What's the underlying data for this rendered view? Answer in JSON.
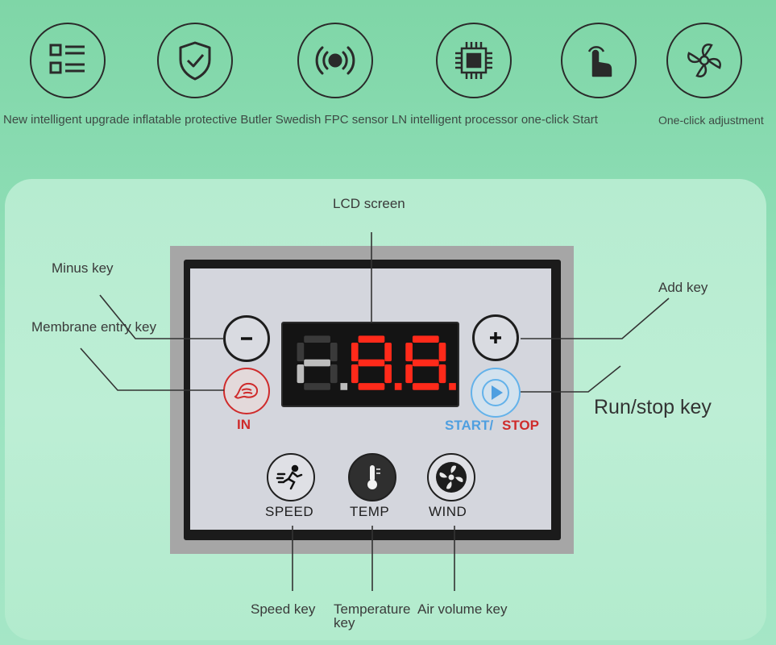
{
  "features": [
    {
      "icon": "checklist-icon",
      "caption": ""
    },
    {
      "icon": "shield-check-icon",
      "caption": ""
    },
    {
      "icon": "signal-sensor-icon",
      "caption": ""
    },
    {
      "icon": "processor-chip-icon",
      "caption": ""
    },
    {
      "icon": "touch-finger-icon",
      "caption": ""
    },
    {
      "icon": "fan-swirl-icon",
      "caption": "One-click adjustment"
    }
  ],
  "features_caption_long": "New intelligent upgrade inflatable protective Butler Swedish FPC sensor LN intelligent processor one-click Start",
  "panel": {
    "lcd_callout": "LCD screen",
    "minus_callout": "Minus key",
    "membrane_callout": "Membrane entry key",
    "add_callout": "Add key",
    "run_callout": "Run/stop key",
    "speed_callout": "Speed key",
    "temp_callout": "Temperature key",
    "air_callout": "Air volume key",
    "in_label": "IN",
    "start_label": "START/",
    "stop_label": "STOP",
    "speed_label": "SPEED",
    "temp_label": "TEMP",
    "wind_label": "WIND",
    "lcd_display": "888"
  },
  "colors": {
    "background": "#8bdcb3",
    "lcd_segment": "#ff2a1a",
    "in_red": "#cf2b2b",
    "start_blue": "#4f9fe0"
  }
}
